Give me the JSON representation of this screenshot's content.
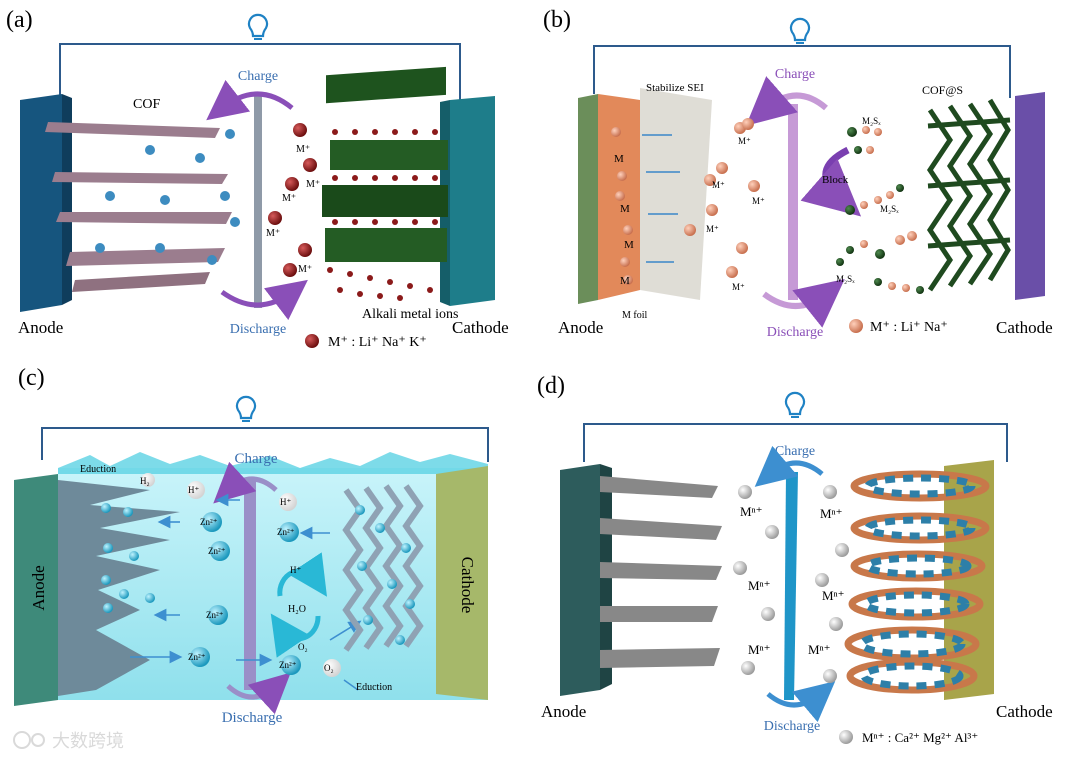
{
  "panels": {
    "a": {
      "tag": "(a)",
      "charge": "Charge",
      "discharge": "Discharge",
      "anode": "Anode",
      "cathode": "Cathode",
      "material": "COF",
      "ion_caption": "Alkali metal ions",
      "ion": "M⁺",
      "legend": "M⁺ :  Li⁺  Na⁺  K⁺"
    },
    "b": {
      "tag": "(b)",
      "charge": "Charge",
      "discharge": "Discharge",
      "anode": "Anode",
      "cathode": "Cathode",
      "sei": "Stabilize SEI",
      "cathode_material": "COF@S",
      "block": "Block",
      "foil": "M foil",
      "metal": "M",
      "ion": "M⁺",
      "polysulfide": "M₂Sₓ",
      "legend": "M⁺ :  Li⁺  Na⁺"
    },
    "c": {
      "tag": "(c)",
      "charge": "Charge",
      "discharge": "Discharge",
      "anode": "Anode",
      "cathode": "Cathode",
      "eduction": "Eduction",
      "zn": "Zn²⁺",
      "h": "H⁺",
      "h2": "H₂",
      "h2o": "H₂O",
      "o2": "O₂"
    },
    "d": {
      "tag": "(d)",
      "charge": "Charge",
      "discharge": "Discharge",
      "anode": "Anode",
      "cathode": "Cathode",
      "ion": "Mⁿ⁺",
      "legend": "Mⁿ⁺ :  Ca²⁺  Mg²⁺  Al³⁺"
    }
  },
  "watermark": "大数跨境",
  "colors": {
    "wire": "#2d5a8c",
    "bulb": "#1f82c4",
    "charge_text": "#3a6fb0",
    "arrow_purple": "#8a4fb8",
    "alkali_ion": "#8b1a1a",
    "li_ion": "#e0967a",
    "zn_ion": "#2eb6d8",
    "gray_ion": "#c8c8c8",
    "cof_green": "#1f4a1f",
    "electrolyte": "#b9eef5",
    "separator_c": "#9a8fc8",
    "separator_d": "#1f95c8"
  }
}
